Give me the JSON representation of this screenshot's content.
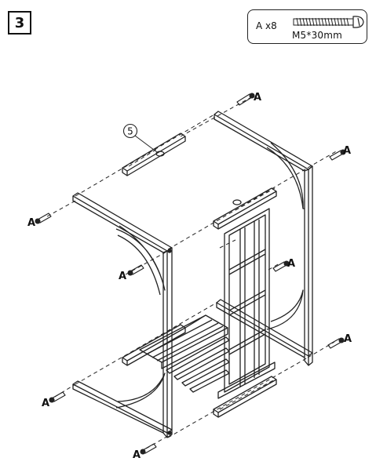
{
  "step": {
    "number": "3"
  },
  "parts": {
    "quantity": "A x8",
    "spec": "M5*30mm",
    "icon": "screw-icon"
  },
  "callout": {
    "number": "5"
  },
  "labels": [
    "A",
    "A",
    "A",
    "A",
    "A",
    "A",
    "A",
    "A"
  ]
}
